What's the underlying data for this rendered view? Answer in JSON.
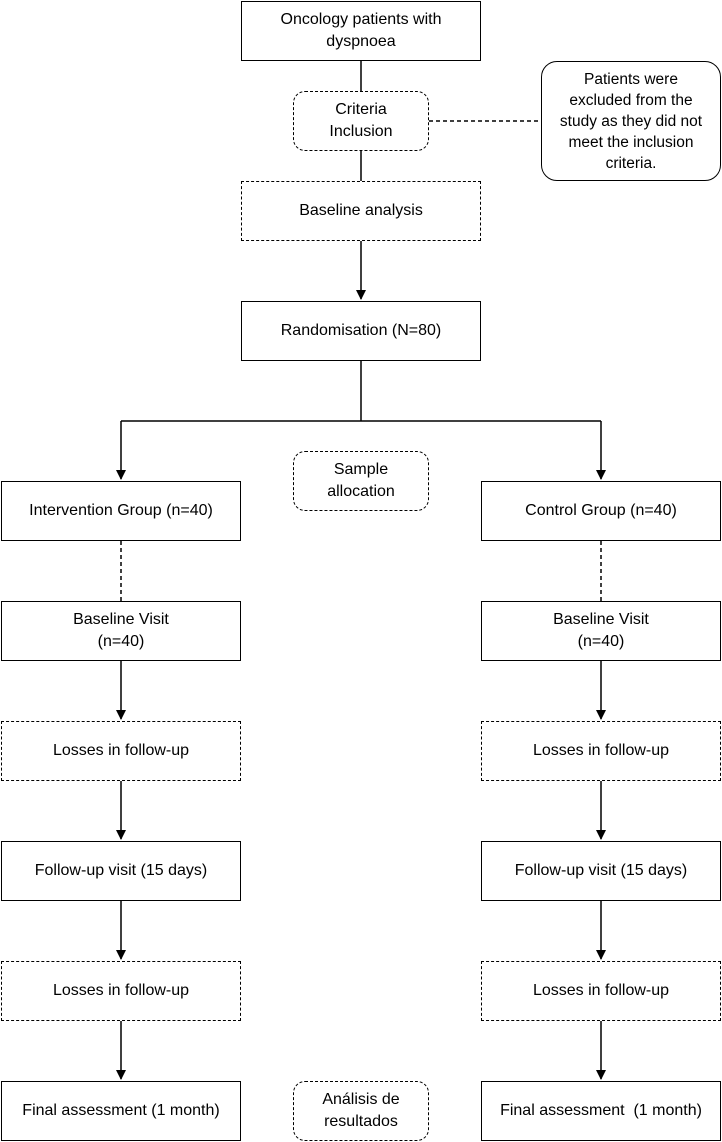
{
  "nodes": {
    "start": "Oncology patients with\ndyspnoea",
    "criteria": "Criteria\nInclusion",
    "excluded": "Patients were\nexcluded from the\nstudy as they did not\nmeet the inclusion\ncriteria.",
    "baseline_analysis": "Baseline analysis",
    "randomisation": "Randomisation (N=80)",
    "sample_allocation": "Sample\nallocation",
    "intervention_group": "Intervention Group (n=40)",
    "control_group": "Control Group (n=40)",
    "baseline_visit_left": "Baseline Visit\n(n=40)",
    "baseline_visit_right": "Baseline Visit\n(n=40)",
    "losses_left_1": "Losses in follow-up",
    "losses_right_1": "Losses in follow-up",
    "followup_left": "Follow-up visit (15 days)",
    "followup_right": "Follow-up visit (15 days)",
    "losses_left_2": "Losses in follow-up",
    "losses_right_2": "Losses in follow-up",
    "final_left": "Final assessment (1 month)",
    "analysis": "Análisis de\nresultados",
    "final_right": "Final assessment  (1 month)"
  }
}
